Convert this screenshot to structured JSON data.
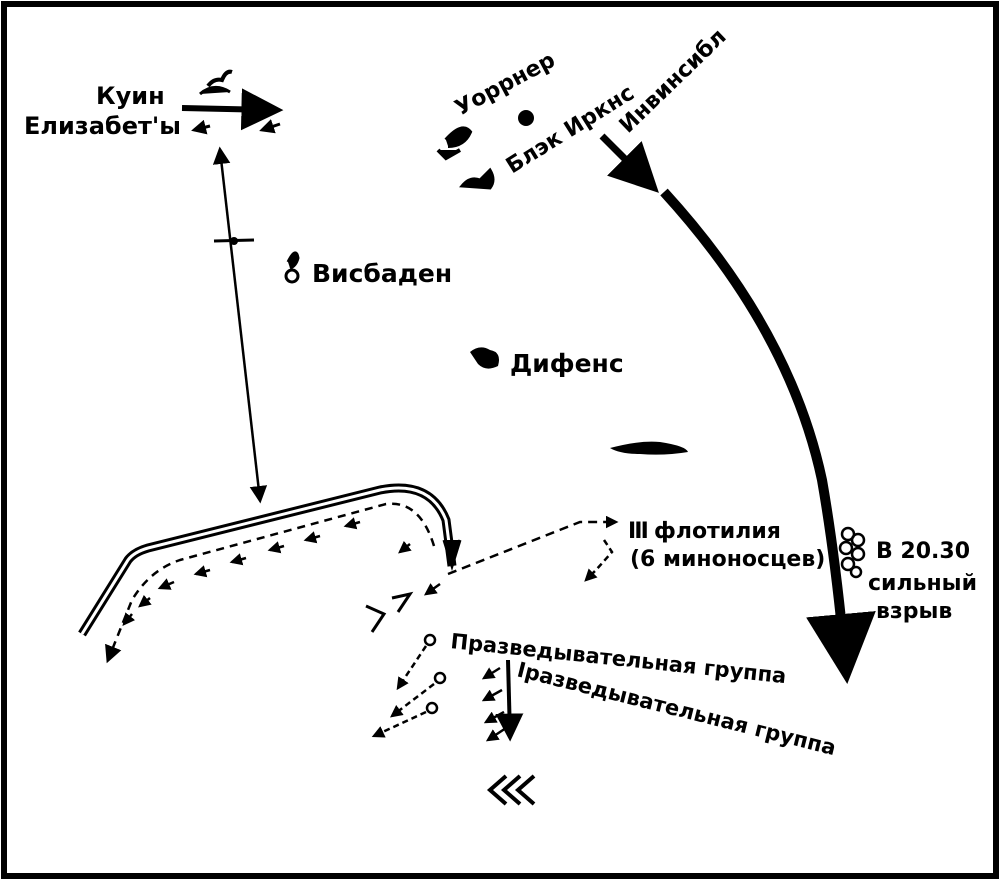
{
  "labels": {
    "queen_elizabeth_1": "Куин",
    "queen_elizabeth_2": "Елизабет'ы",
    "warrior": "Уоррнер",
    "black_prince": "Блэк Иркнс",
    "invincible": "Инвинсибл",
    "wiesbaden": "Висбаден",
    "defence": "Дифенс",
    "flotilla_1": "флотилия",
    "flotilla_2": "(6 миноносцев)",
    "explosion_time": "В 20.30",
    "explosion_1": "сильный",
    "explosion_2": "взрыв",
    "scout_group_2": "Празведывательная группа",
    "scout_group_1": "Iразведывательная группа"
  },
  "colors": {
    "ink": "#000000",
    "paper": "#ffffff"
  }
}
